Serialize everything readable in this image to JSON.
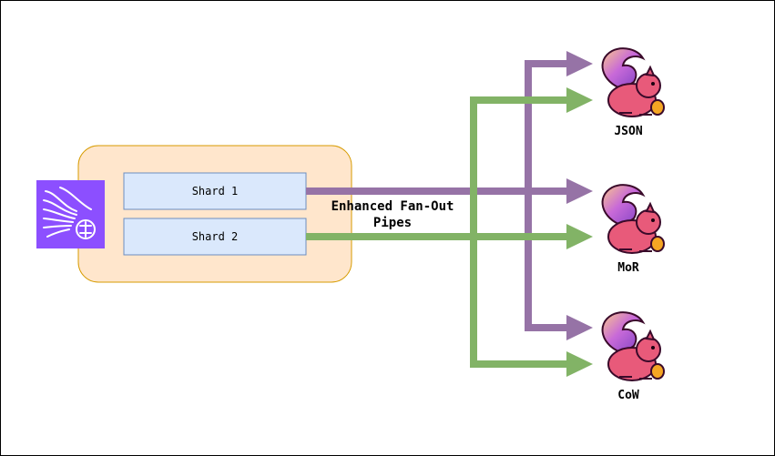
{
  "diagram": {
    "shards": [
      {
        "label": "Shard 1"
      },
      {
        "label": "Shard 2"
      }
    ],
    "pipes_label": {
      "line1": "Enhanced Fan-Out",
      "line2": "Pipes"
    },
    "consumers": [
      {
        "label": "JSON"
      },
      {
        "label": "MoR"
      },
      {
        "label": "CoW"
      }
    ],
    "source_icon": "kinesis-data-streams-icon",
    "consumer_icon": "flink-squirrel-icon",
    "colors": {
      "shard1_pipe": "#9673a6",
      "shard2_pipe": "#82b366",
      "stream_container_fill": "#ffe6cc",
      "stream_container_stroke": "#d79b00",
      "shard_fill": "#dae8fc",
      "shard_stroke": "#6c8ebf",
      "kinesis_icon_bg": "#8c4fff"
    }
  }
}
